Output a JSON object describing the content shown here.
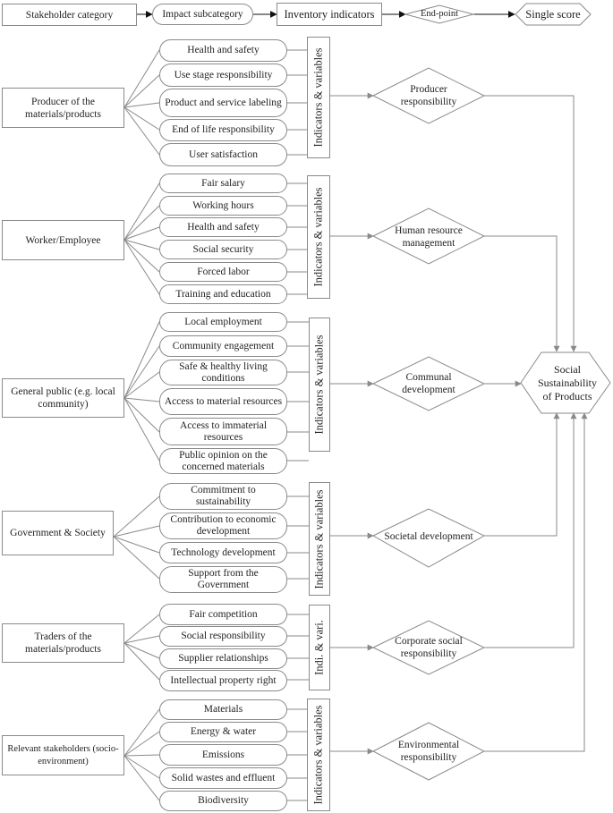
{
  "header": {
    "stakeholder_category": "Stakeholder category",
    "impact_subcategory": "Impact subcategory",
    "inventory_indicators": "Inventory indicators",
    "end_point": "End-point",
    "single_score": "Single score"
  },
  "final": "Social Sustainability of Products",
  "groups": [
    {
      "stakeholder": "Producer of the materials/products",
      "subcategories": [
        "Health and safety",
        "Use stage responsibility",
        "Product and service labeling",
        "End of life responsibility",
        "User satisfaction"
      ],
      "indicator_label": "Indicators & variables",
      "endpoint": "Producer responsibility"
    },
    {
      "stakeholder": "Worker/Employee",
      "subcategories": [
        "Fair salary",
        "Working hours",
        "Health and safety",
        "Social security",
        "Forced labor",
        "Training and education"
      ],
      "indicator_label": "Indicators & variables",
      "endpoint": "Human resource management"
    },
    {
      "stakeholder": "General public (e.g. local community)",
      "subcategories": [
        "Local employment",
        "Community engagement",
        "Safe & healthy living conditions",
        "Access to material resources",
        "Access to immaterial resources",
        "Public opinion on the concerned materials"
      ],
      "indicator_label": "Indicators & variables",
      "endpoint": "Communal development"
    },
    {
      "stakeholder": "Government & Society",
      "subcategories": [
        "Commitment to sustainability",
        "Contribution to economic development",
        "Technology development",
        "Support from the Government"
      ],
      "indicator_label": "Indicators & variables",
      "endpoint": "Societal development"
    },
    {
      "stakeholder": "Traders of the materials/products",
      "subcategories": [
        "Fair competition",
        "Social responsibility",
        "Supplier relationships",
        "Intellectual property right"
      ],
      "indicator_label": "Indi. & vari.",
      "endpoint": "Corporate social responsibility"
    },
    {
      "stakeholder": "Relevant stakeholders (socio-environment)",
      "subcategories": [
        "Materials",
        "Energy & water",
        "Emissions",
        "Solid wastes and effluent",
        "Biodiversity"
      ],
      "indicator_label": "Indicators & variables",
      "endpoint": "Environmental responsibility"
    }
  ]
}
